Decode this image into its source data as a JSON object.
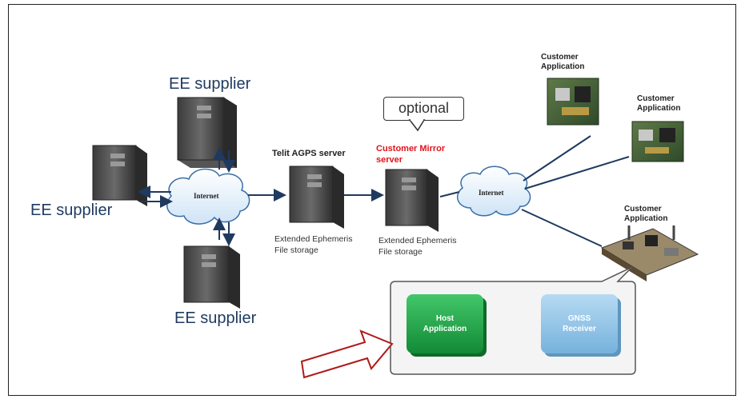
{
  "labels": {
    "ee_supplier_top": "EE supplier",
    "ee_supplier_left": "EE supplier",
    "ee_supplier_bottom": "EE supplier",
    "telit_server": "Telit AGPS server",
    "mirror_server_line1": "Customer Mirror",
    "mirror_server_line2": "server",
    "optional": "optional",
    "storage_1_line1": "Extended Ephemeris",
    "storage_1_line2": "File storage",
    "storage_2_line1": "Extended Ephemeris",
    "storage_2_line2": "File storage",
    "internet_1": "Internet",
    "internet_2": "Internet",
    "customer_app_1_line1": "Customer",
    "customer_app_1_line2": "Application",
    "customer_app_2_line1": "Customer",
    "customer_app_2_line2": "Application",
    "customer_app_3_line1": "Customer",
    "customer_app_3_line2": "Application",
    "host_line1": "Host",
    "host_line2": "Application",
    "gnss_line1": "GNSS",
    "gnss_line2": "Receiver"
  },
  "colors": {
    "ee_text": "#1f3a5f",
    "mirror_text": "#e3121b",
    "arrow": "#1f3a5f",
    "host_box": "#1fa24a",
    "gnss_box": "#8ec3e6",
    "pointer_arrow": "#b01818"
  }
}
